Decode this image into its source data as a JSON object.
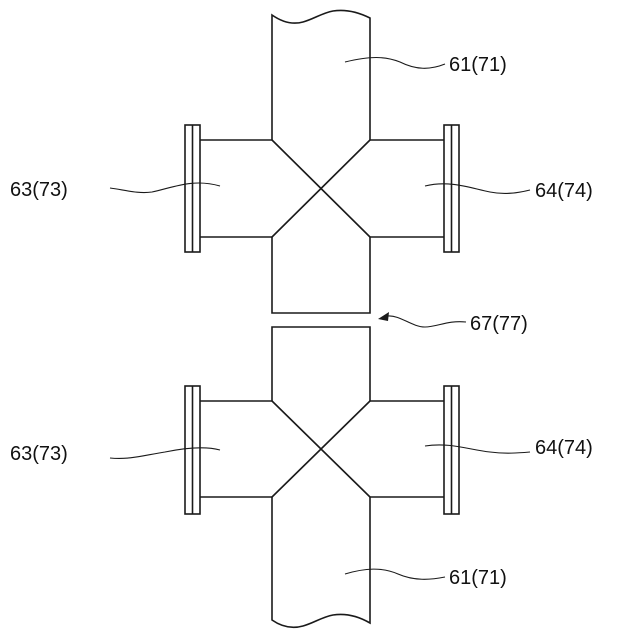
{
  "labels": {
    "pipe_top": "61(71)",
    "left_top": "63(73)",
    "right_top": "64(74)",
    "gap": "67(77)",
    "left_bottom": "63(73)",
    "right_bottom": "64(74)",
    "pipe_bottom": "61(71)"
  }
}
